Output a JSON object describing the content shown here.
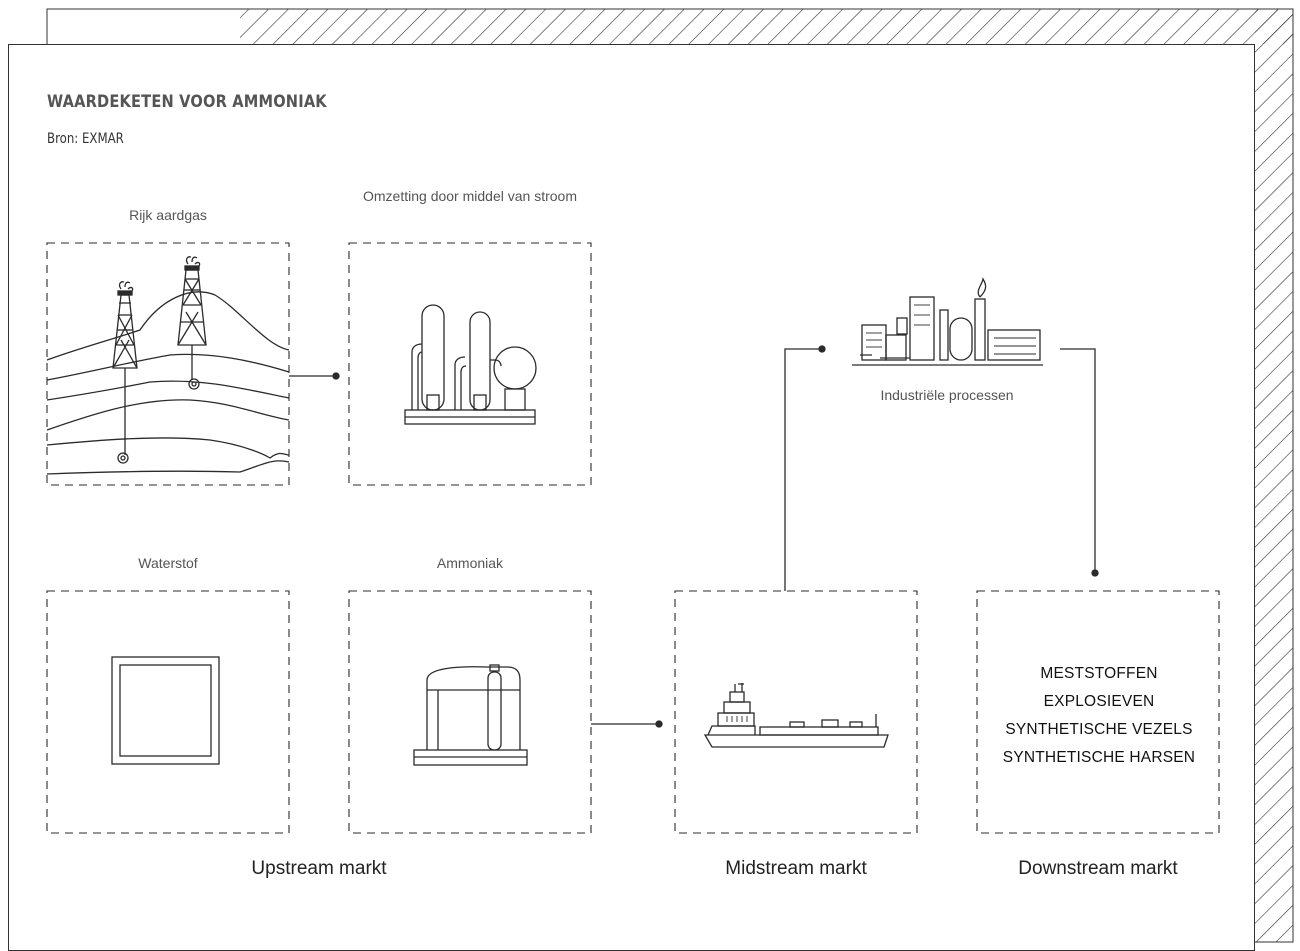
{
  "diagram": {
    "title": "WAARDEKETEN VOOR AMMONIAK",
    "source": "Bron: EXMAR",
    "boxes": {
      "natural_gas": {
        "label": "Rijk aardgas",
        "icon": "oil-derrick-icon"
      },
      "electrolysis": {
        "label": "Omzetting door middel van stroom",
        "icon": "chemical-plant-icon"
      },
      "hydrogen": {
        "label": "Waterstof",
        "icon": "hydrogen-square-icon"
      },
      "ammonia": {
        "label": "Ammoniak",
        "icon": "storage-tank-icon"
      },
      "shipping": {
        "label": "",
        "icon": "gas-carrier-ship-icon"
      },
      "industry": {
        "label": "Industriële processen",
        "icon": "factory-icon"
      },
      "products": {
        "items": [
          "MESTSTOFFEN",
          "EXPLOSIEVEN",
          "SYNTHETISCHE VEZELS",
          "SYNTHETISCHE HARSEN"
        ]
      }
    },
    "markets": {
      "upstream": "Upstream markt",
      "midstream": "Midstream markt",
      "downstream": "Downstream markt"
    },
    "colors": {
      "line": "#2b2b2b",
      "text": "#222222",
      "muted": "#555555"
    }
  }
}
